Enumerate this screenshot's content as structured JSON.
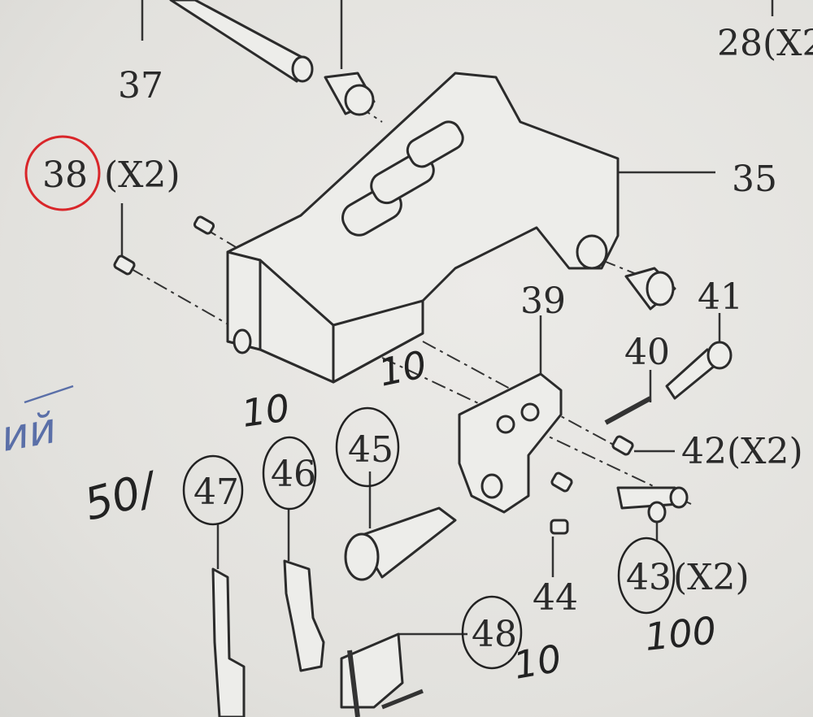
{
  "labels": {
    "p37": "37",
    "p28": "28(X2",
    "p38": "38",
    "p38_qty": "(X2)",
    "p35": "35",
    "p39": "39",
    "p41": "41",
    "p40": "40",
    "p42": "42(X2)",
    "p45": "45",
    "p46": "46",
    "p47": "47",
    "p43": "43",
    "p43_qty": "(X2)",
    "p44": "44",
    "p48": "48"
  },
  "handwritten": {
    "qty_10_a": "10",
    "qty_10_b": "10",
    "qty_50": "50/",
    "qty_100": "100",
    "qty_10_c": "10",
    "blue_note": "ий"
  },
  "colors": {
    "highlight": "#d9262a",
    "ink": "#2b2b2b",
    "pen_blue": "#5a6fa8"
  }
}
